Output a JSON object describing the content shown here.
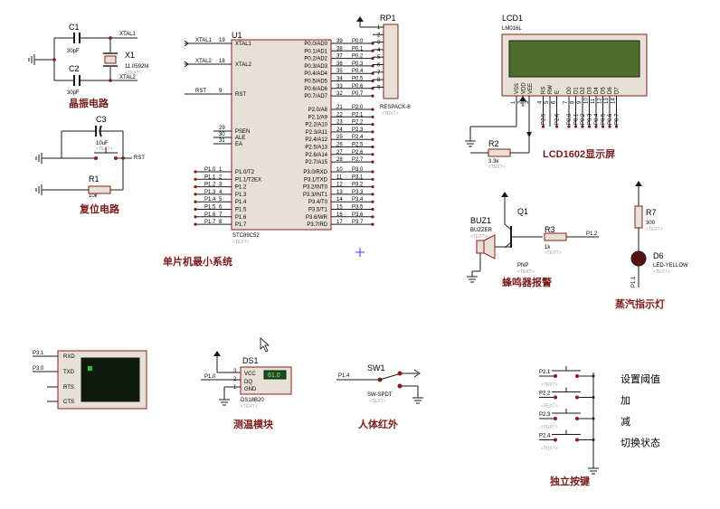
{
  "colors": {
    "wire": "#1a1a1a",
    "part_outline": "#8b1c1c",
    "part_fill": "#e6e0d6",
    "caption": "#7b1a1a",
    "lcd_screen": "#4f6e2a",
    "meter_screen": "#0f1a0f",
    "terminal_display": "#2ec22e"
  },
  "ground_symbol": "ground-icon",
  "power_symbol": "power-arrow-icon",
  "text_placeholder": "<TEXT>",
  "xtal": {
    "c1_ref": "C1",
    "c1_val": "30pF",
    "c2_ref": "C2",
    "c2_val": "30pF",
    "x1_ref": "X1",
    "x1_val": "11.0592M",
    "net1": "XTAL1",
    "net2": "XTAL2",
    "caption": "晶振电路"
  },
  "reset": {
    "c3_ref": "C3",
    "c3_val": "10uF",
    "r1_ref": "R1",
    "r1_val": "10k",
    "net": "RST",
    "caption": "复位电路"
  },
  "port1_nets": [
    "P1.0",
    "P1.1",
    "P1.2",
    "P1.3",
    "P1.4",
    "P1.5",
    "P1.6",
    "P1.7"
  ],
  "mcu": {
    "ref": "U1",
    "part": "STC89C52",
    "caption": "单片机最小系统",
    "left_top": [
      {
        "num": "19",
        "name": "XTAL1",
        "net": "XTAL1"
      },
      {
        "num": "18",
        "name": "XTAL2",
        "net": "XTAL2"
      },
      {
        "num": "9",
        "name": "RST",
        "net": "RST"
      }
    ],
    "left_mid": [
      {
        "num": "29",
        "name": "PSEN"
      },
      {
        "num": "30",
        "name": "ALE"
      },
      {
        "num": "31",
        "name": "EA"
      }
    ],
    "left_p1": [
      {
        "num": "1",
        "name": "P1.0/T2"
      },
      {
        "num": "2",
        "name": "P1.1/T2EX"
      },
      {
        "num": "3",
        "name": "P1.2"
      },
      {
        "num": "4",
        "name": "P1.3"
      },
      {
        "num": "5",
        "name": "P1.4"
      },
      {
        "num": "6",
        "name": "P1.5"
      },
      {
        "num": "7",
        "name": "P1.6"
      },
      {
        "num": "8",
        "name": "P1.7"
      }
    ],
    "right_p0": [
      {
        "num": "39",
        "name": "P0.0/AD0",
        "net": "P0.0"
      },
      {
        "num": "38",
        "name": "P0.1/AD1",
        "net": "P0.1"
      },
      {
        "num": "37",
        "name": "P0.2/AD2",
        "net": "P0.2"
      },
      {
        "num": "36",
        "name": "P0.3/AD3",
        "net": "P0.3"
      },
      {
        "num": "35",
        "name": "P0.4/AD4",
        "net": "P0.4"
      },
      {
        "num": "34",
        "name": "P0.5/AD5",
        "net": "P0.5"
      },
      {
        "num": "33",
        "name": "P0.6/AD6",
        "net": "P0.6"
      },
      {
        "num": "32",
        "name": "P0.7/AD7",
        "net": "P0.7"
      }
    ],
    "right_p2": [
      {
        "num": "21",
        "name": "P2.0/A8",
        "net": "P2.0"
      },
      {
        "num": "22",
        "name": "P2.1/A9",
        "net": "P2.1"
      },
      {
        "num": "23",
        "name": "P2.2/A10",
        "net": "P2.2"
      },
      {
        "num": "24",
        "name": "P2.3/A11",
        "net": "P2.3"
      },
      {
        "num": "25",
        "name": "P2.4/A12",
        "net": "P2.4"
      },
      {
        "num": "26",
        "name": "P2.5/A13",
        "net": "P2.5"
      },
      {
        "num": "27",
        "name": "P2.6/A14",
        "net": "P2.6"
      },
      {
        "num": "28",
        "name": "P2.7/A15",
        "net": "P2.7"
      }
    ],
    "right_p3": [
      {
        "num": "10",
        "name": "P3.0/RXD",
        "net": "P3.0"
      },
      {
        "num": "11",
        "name": "P3.1/TXD",
        "net": "P3.1"
      },
      {
        "num": "12",
        "name": "P3.2/INT0",
        "net": "P3.2"
      },
      {
        "num": "13",
        "name": "P3.3/INT1",
        "net": "P3.3"
      },
      {
        "num": "14",
        "name": "P3.4/T0",
        "net": "P3.4"
      },
      {
        "num": "15",
        "name": "P3.5/T1",
        "net": "P3.5"
      },
      {
        "num": "16",
        "name": "P3.6/WR",
        "net": "P3.6"
      },
      {
        "num": "17",
        "name": "P3.7/RD",
        "net": "P3.7"
      }
    ]
  },
  "rp1": {
    "ref": "RP1",
    "part": "RESPACK-8",
    "pins": [
      "1",
      "2",
      "3",
      "4",
      "5",
      "6",
      "7",
      "8",
      "9"
    ]
  },
  "lcd": {
    "ref": "LCD1",
    "part": "LM016L",
    "caption": "LCD1602显示屏",
    "pins": [
      "VSS",
      "VDD",
      "VEE",
      "RS",
      "RW",
      "E",
      "D0",
      "D1",
      "D2",
      "D3",
      "D4",
      "D5",
      "D6",
      "D7"
    ],
    "pin_nums": [
      "1",
      "2",
      "3",
      "4",
      "5",
      "6",
      "7",
      "8",
      "9",
      "10",
      "11",
      "12",
      "13",
      "14"
    ],
    "nets": [
      "P2.7",
      "P2.6",
      "P2.5",
      "P0.0",
      "P0.1",
      "P0.2",
      "P0.3",
      "P0.4",
      "P0.5",
      "P0.6",
      "P0.7"
    ]
  },
  "r2": {
    "ref": "R2",
    "val": "3.3k"
  },
  "buzzer": {
    "ref": "BUZ1",
    "part": "BUZZER",
    "q_ref": "Q1",
    "q_part": "PNP",
    "r3_ref": "R3",
    "r3_val": "1k",
    "net": "P1.2",
    "caption": "蜂鸣器报警"
  },
  "led": {
    "r7_ref": "R7",
    "r7_val": "300",
    "d_ref": "D6",
    "d_part": "LED-YELLOW",
    "net": "P1.1",
    "caption": "蒸汽指示灯"
  },
  "terminal": {
    "net_rxd": "P3.1",
    "net_txd": "P3.0",
    "pins": [
      "RXD",
      "TXD",
      "RTS",
      "CTS"
    ]
  },
  "ds": {
    "ref": "DS1",
    "part": "DS18B20",
    "reading": "61.0",
    "net": "P1.0",
    "pins": [
      "VCC",
      "DQ",
      "GND"
    ],
    "nums": [
      "3",
      "2",
      "1"
    ],
    "caption": "测温模块"
  },
  "sw": {
    "ref": "SW1",
    "part": "SW-SPDT",
    "net": "P1.4",
    "caption": "人体红外"
  },
  "keys": {
    "caption": "独立按键",
    "rows": [
      {
        "net": "P2.1",
        "label": "设置阈值"
      },
      {
        "net": "P2.2",
        "label": "加"
      },
      {
        "net": "P2.3",
        "label": "减"
      },
      {
        "net": "P2.4",
        "label": "切换状态"
      }
    ]
  }
}
